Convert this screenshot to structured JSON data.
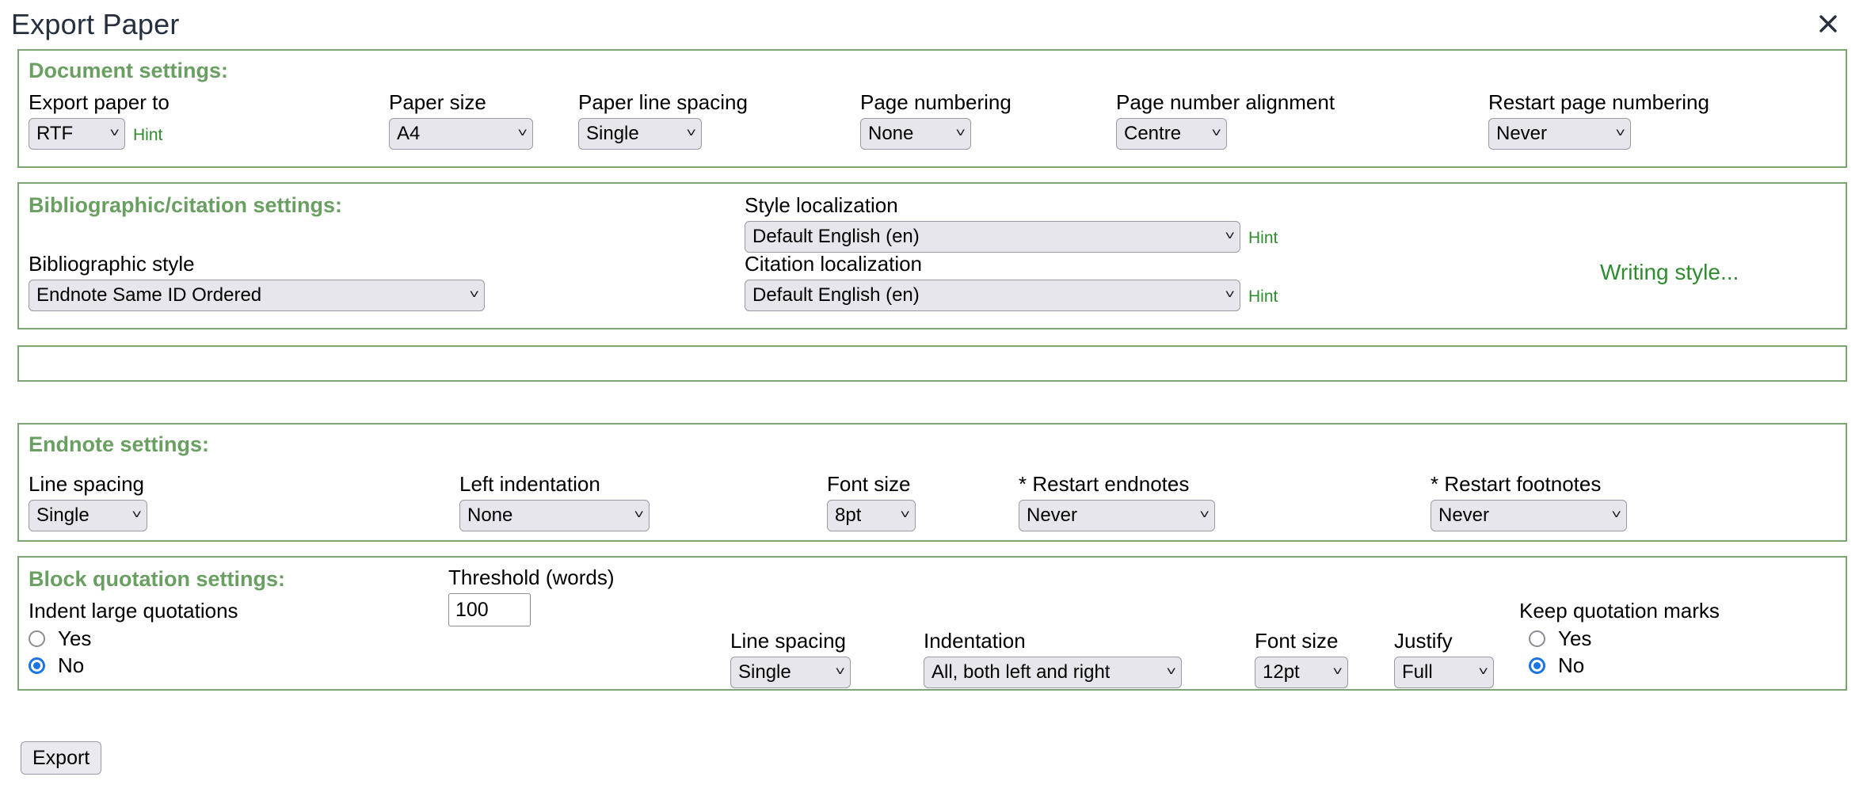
{
  "header": {
    "title": "Export Paper",
    "close_icon": "close-icon"
  },
  "document_settings": {
    "heading": "Document settings:",
    "fields": [
      {
        "label": "Export paper to",
        "value": "RTF",
        "hint": "Hint"
      },
      {
        "label": "Paper size",
        "value": "A4"
      },
      {
        "label": "Paper line spacing",
        "value": "Single"
      },
      {
        "label": "Page numbering",
        "value": "None"
      },
      {
        "label": "Page number alignment",
        "value": "Centre"
      },
      {
        "label": "Restart page numbering",
        "value": "Never"
      }
    ]
  },
  "bibliographic_settings": {
    "heading": "Bibliographic/citation settings:",
    "bibliographic_style": {
      "label": "Bibliographic style",
      "value": "Endnote Same ID Ordered"
    },
    "style_localization": {
      "label": "Style localization",
      "value": "Default English (en)",
      "hint": "Hint"
    },
    "citation_localization": {
      "label": "Citation localization",
      "value": "Default English (en)",
      "hint": "Hint"
    },
    "writing_style_link": "Writing style..."
  },
  "spacer_panel": {
    "content": ""
  },
  "endnote_settings": {
    "heading": "Endnote settings:",
    "fields": [
      {
        "label": "Line spacing",
        "value": "Single"
      },
      {
        "label": "Left indentation",
        "value": "None"
      },
      {
        "label": "Font size",
        "value": "8pt"
      },
      {
        "label": "* Restart endnotes",
        "value": "Never"
      },
      {
        "label": "* Restart footnotes",
        "value": "Never"
      }
    ]
  },
  "block_quotation_settings": {
    "heading": "Block quotation settings:",
    "threshold": {
      "label": "Threshold (words)",
      "value": "100"
    },
    "indent_large_quotations": {
      "label": "Indent large quotations",
      "options": [
        "Yes",
        "No"
      ],
      "selected": "No"
    },
    "line_spacing": {
      "label": "Line spacing",
      "value": "Single"
    },
    "indentation": {
      "label": "Indentation",
      "value": "All, both left and right"
    },
    "font_size": {
      "label": "Font size",
      "value": "12pt"
    },
    "justify": {
      "label": "Justify",
      "value": "Full"
    },
    "keep_quotation_marks": {
      "label": "Keep quotation marks",
      "options": [
        "Yes",
        "No"
      ],
      "selected": "No"
    }
  },
  "footer": {
    "export_label": "Export"
  },
  "colors": {
    "heading_green": "#6a9f62",
    "link_green": "#2e8b2e",
    "panel_border": "#7da574",
    "title_slate": "#252f3e",
    "radio_blue": "#1b74e4"
  }
}
